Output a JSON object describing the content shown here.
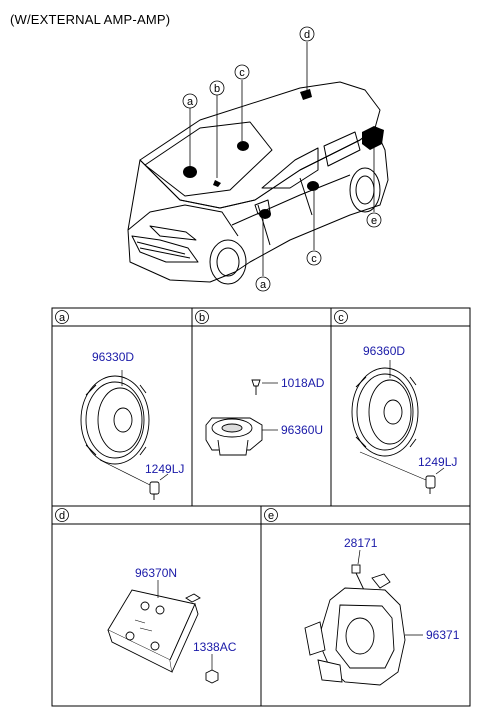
{
  "title": "(W/EXTERNAL AMP-AMP)",
  "callouts": {
    "overview": {
      "a_top": "a",
      "b": "b",
      "c_top": "c",
      "d": "d",
      "e": "e",
      "a_bottom": "a",
      "c_bottom": "c"
    },
    "panels": {
      "a": "a",
      "b": "b",
      "c": "c",
      "d": "d",
      "e": "e"
    }
  },
  "parts": {
    "a_speaker": "96330D",
    "a_screw": "1249LJ",
    "b_screw": "1018AD",
    "b_tweeter": "96360U",
    "c_speaker": "96360D",
    "c_screw": "1249LJ",
    "d_amp": "96370N",
    "d_nut": "1338AC",
    "e_bolt": "28171",
    "e_woofer": "96371"
  },
  "colors": {
    "part_number": "#1a1aa8",
    "line": "#000000"
  }
}
